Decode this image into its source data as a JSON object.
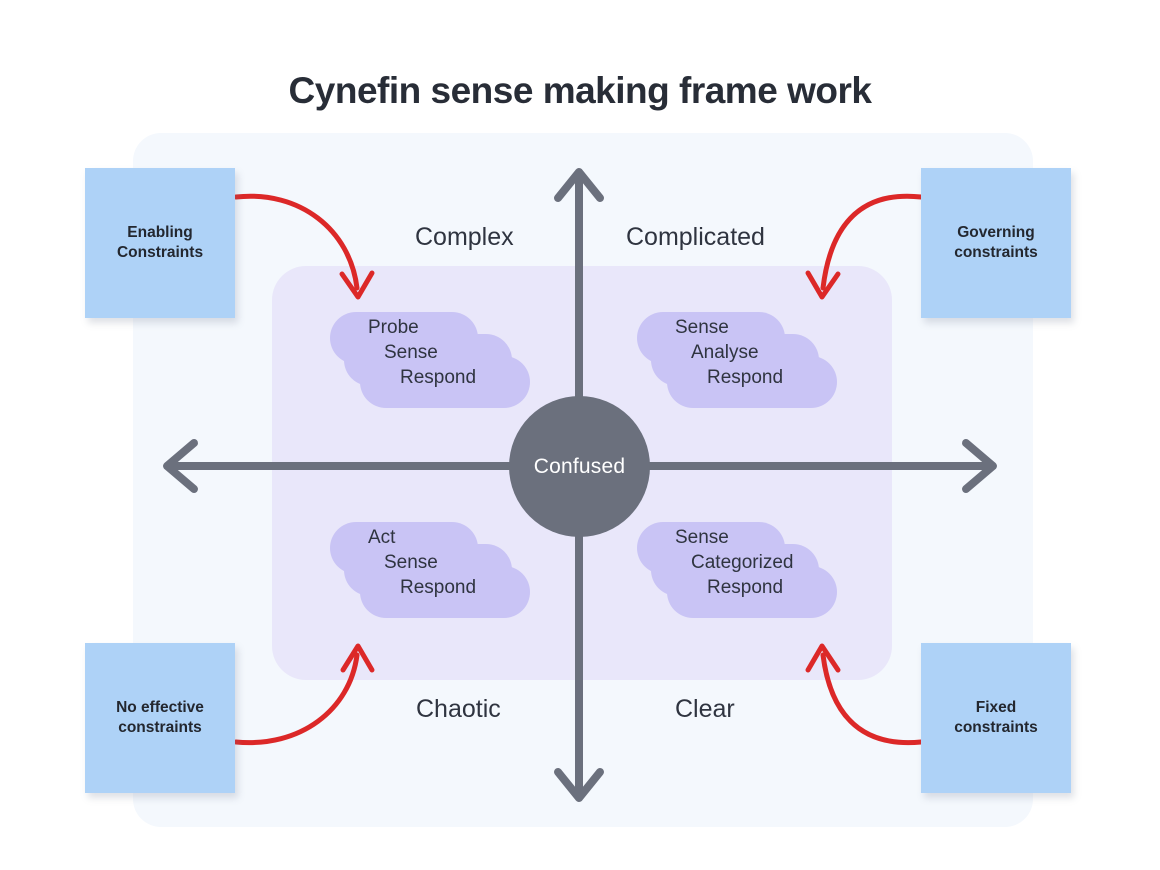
{
  "page": {
    "title": "Cynefin sense making frame work",
    "background": "#ffffff"
  },
  "colors": {
    "title_text": "#282d37",
    "outer_panel": "#f4f8fd",
    "inner_panel": "#e9e7fa",
    "axis": "#6b707d",
    "center_circle": "#6b707d",
    "center_text": "#ffffff",
    "cloud_pill": "#c9c4f5",
    "sticky_note": "#aed2f7",
    "arrow_red": "#dc2828",
    "body_text": "#2f3440"
  },
  "center": {
    "label": "Confused"
  },
  "quadrants": [
    {
      "key": "complex",
      "name": "Complex",
      "position": "top-left",
      "actions": [
        "Probe",
        "Sense",
        "Respond"
      ]
    },
    {
      "key": "complicated",
      "name": "Complicated",
      "position": "top-right",
      "actions": [
        "Sense",
        "Analyse",
        "Respond"
      ]
    },
    {
      "key": "chaotic",
      "name": "Chaotic",
      "position": "bottom-left",
      "actions": [
        "Act",
        "Sense",
        "Respond"
      ]
    },
    {
      "key": "clear",
      "name": "Clear",
      "position": "bottom-right",
      "actions": [
        "Sense",
        "Categorized",
        "Respond"
      ]
    }
  ],
  "sticky_notes": [
    {
      "key": "enabling",
      "text": "Enabling\nConstraints",
      "position": "top-left",
      "points_to": "complex"
    },
    {
      "key": "governing",
      "text": "Governing\nconstraints",
      "position": "top-right",
      "points_to": "complicated"
    },
    {
      "key": "no-effective",
      "text": "No effective\nconstraints",
      "position": "bottom-left",
      "points_to": "chaotic"
    },
    {
      "key": "fixed",
      "text": "Fixed\nconstraints",
      "position": "bottom-right",
      "points_to": "clear"
    }
  ],
  "axes": {
    "vertical": {
      "arrow_top": true,
      "arrow_bottom": true
    },
    "horizontal": {
      "arrow_left": true,
      "arrow_right": true
    }
  }
}
